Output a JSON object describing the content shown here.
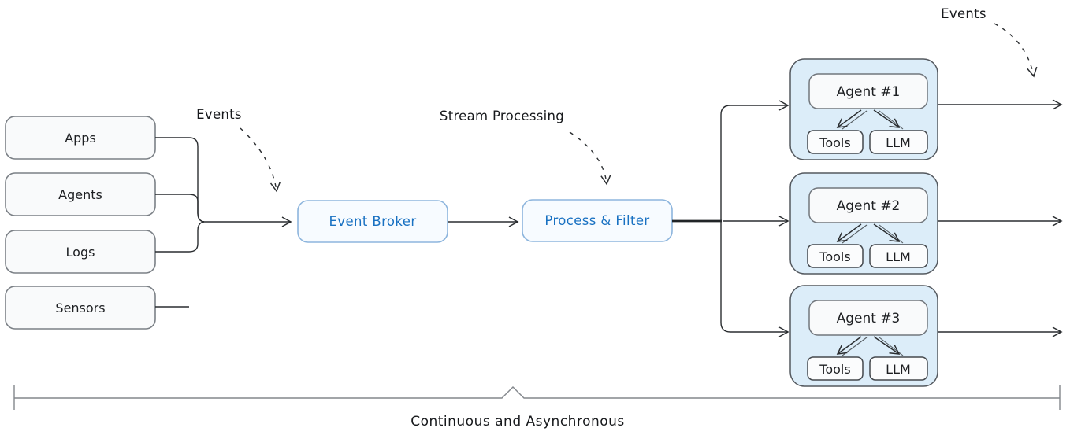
{
  "diagram": {
    "sources": [
      {
        "label": "Apps"
      },
      {
        "label": "Agents"
      },
      {
        "label": "Logs"
      },
      {
        "label": "Sensors"
      }
    ],
    "broker": {
      "label": "Event Broker"
    },
    "processor": {
      "label": "Process & Filter"
    },
    "agents": [
      {
        "name": "Agent #1",
        "tools_label": "Tools",
        "llm_label": "LLM"
      },
      {
        "name": "Agent #2",
        "tools_label": "Tools",
        "llm_label": "LLM"
      },
      {
        "name": "Agent #3",
        "tools_label": "Tools",
        "llm_label": "LLM"
      }
    ],
    "annotations": {
      "events_in": "Events",
      "stream_processing": "Stream Processing",
      "events_out": "Events"
    },
    "footer": {
      "label": "Continuous and Asynchronous"
    },
    "colors": {
      "accent_blue": "#1971c2",
      "blue_box_border": "#8db5dd",
      "blue_box_fill": "#f7fbff",
      "cluster_fill": "#dcedf9",
      "node_fill": "#f9fafb",
      "border_gray": "#7b8086",
      "arrow_color": "#2a2d30",
      "text_color": "#1d1f22"
    }
  }
}
